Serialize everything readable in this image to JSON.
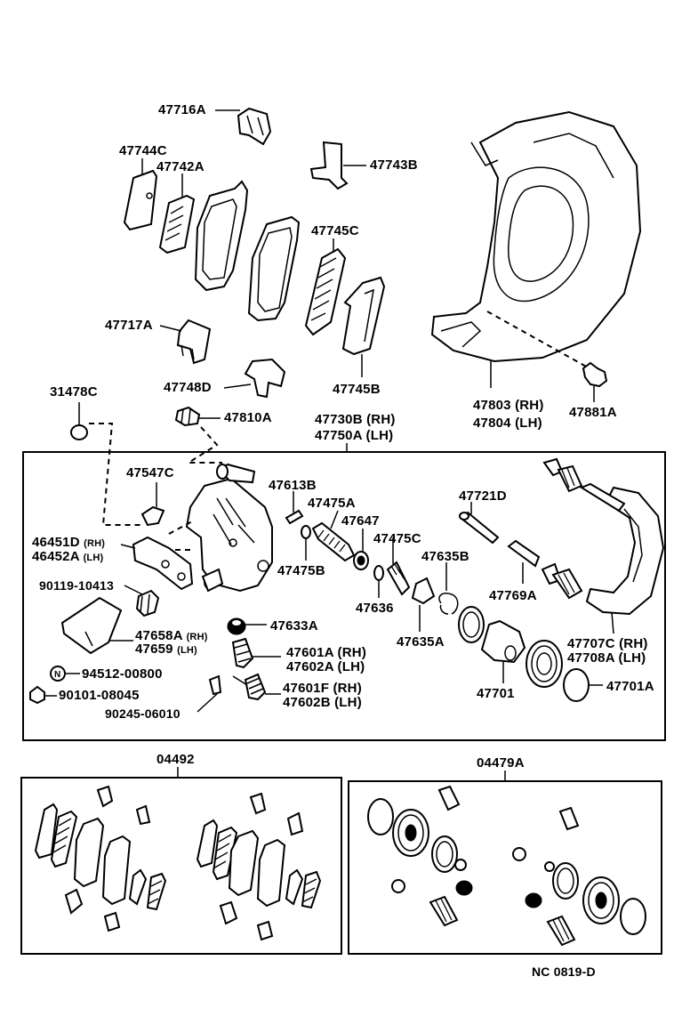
{
  "labels": {
    "p47716A": "47716A",
    "p47744C": "47744C",
    "p47742A": "47742A",
    "p47743B": "47743B",
    "p47745C": "47745C",
    "p47717A": "47717A",
    "p47745B": "47745B",
    "p47748D": "47748D",
    "p47803": "47803 (RH)",
    "p47804": "47804 (LH)",
    "p47881A": "47881A",
    "p31478C": "31478C",
    "p47810A": "47810A",
    "p47730B": "47730B (RH)",
    "p47750A": "47750A (LH)",
    "p47547C": "47547C",
    "p47613B": "47613B",
    "p47475A": "47475A",
    "p47647": "47647",
    "p47475C": "47475C",
    "p47475B": "47475B",
    "p47721D": "47721D",
    "p47635B": "47635B",
    "p47769A": "47769A",
    "p46451D": "46451D",
    "p46451D_rh": "(RH)",
    "p46452A": "46452A",
    "p46452A_lh": "(LH)",
    "p90119": "90119-10413",
    "p47636": "47636",
    "p47635A": "47635A",
    "p47633A": "47633A",
    "p47658A": "47658A",
    "p47658A_rh": "(RH)",
    "p47659": "47659",
    "p47659_lh": "(LH)",
    "p47601A": "47601A (RH)",
    "p47602A": "47602A (LH)",
    "p47707C": "47707C (RH)",
    "p47708A": "47708A (LH)",
    "p94512": "94512-00800",
    "p90101": "90101-08045",
    "p47601F": "47601F (RH)",
    "p47602B": "47602B (LH)",
    "p47701": "47701",
    "p47701A": "47701A",
    "p90245": "90245-06010",
    "p04492": "04492",
    "p04479A": "04479A",
    "footer": "NC 0819-D"
  }
}
